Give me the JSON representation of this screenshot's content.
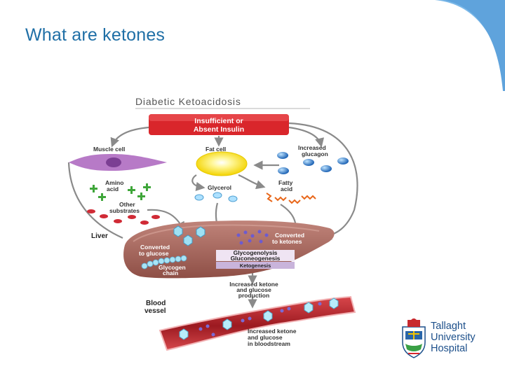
{
  "slide": {
    "title": "What are ketones"
  },
  "diagram": {
    "title": "Diabetic Ketoacidosis",
    "insulin_box": [
      "Insufficient or",
      "Absent Insulin"
    ],
    "muscle_cell": "Muscle cell",
    "fat_cell": "Fat cell",
    "increased_glucagon": [
      "Increased",
      "glucagon"
    ],
    "amino_acid": [
      "Amino",
      "acid"
    ],
    "glycerol": "Glycerol",
    "fatty_acid": [
      "Fatty",
      "acid"
    ],
    "other_substrates": [
      "Other",
      "substrates"
    ],
    "liver": "Liver",
    "converted_to_ketones": [
      "Converted",
      "to ketones"
    ],
    "converted_to_glucose": [
      "Converted",
      "to glucose"
    ],
    "glycogenolysis": [
      "Glycogenolysis",
      "Gluconeogenesis"
    ],
    "ketogenesis": "Ketogenesis",
    "glycogen_chain": [
      "Glycogen",
      "chain"
    ],
    "increased_production": [
      "Increased ketone",
      "and glucose",
      "production"
    ],
    "blood_vessel": [
      "Blood",
      "vessel"
    ],
    "increased_bloodstream": [
      "Increased ketone",
      "and glucose",
      "in bloodstream"
    ]
  },
  "logo": {
    "lines": [
      "Tallaght",
      "University",
      "Hospital"
    ]
  },
  "colors": {
    "title": "#1f6fa6",
    "insulin_box": "#d9262b",
    "liver": "#a8695f",
    "vessel": "#b8242a",
    "corner_accent": "#7bb8e8"
  }
}
